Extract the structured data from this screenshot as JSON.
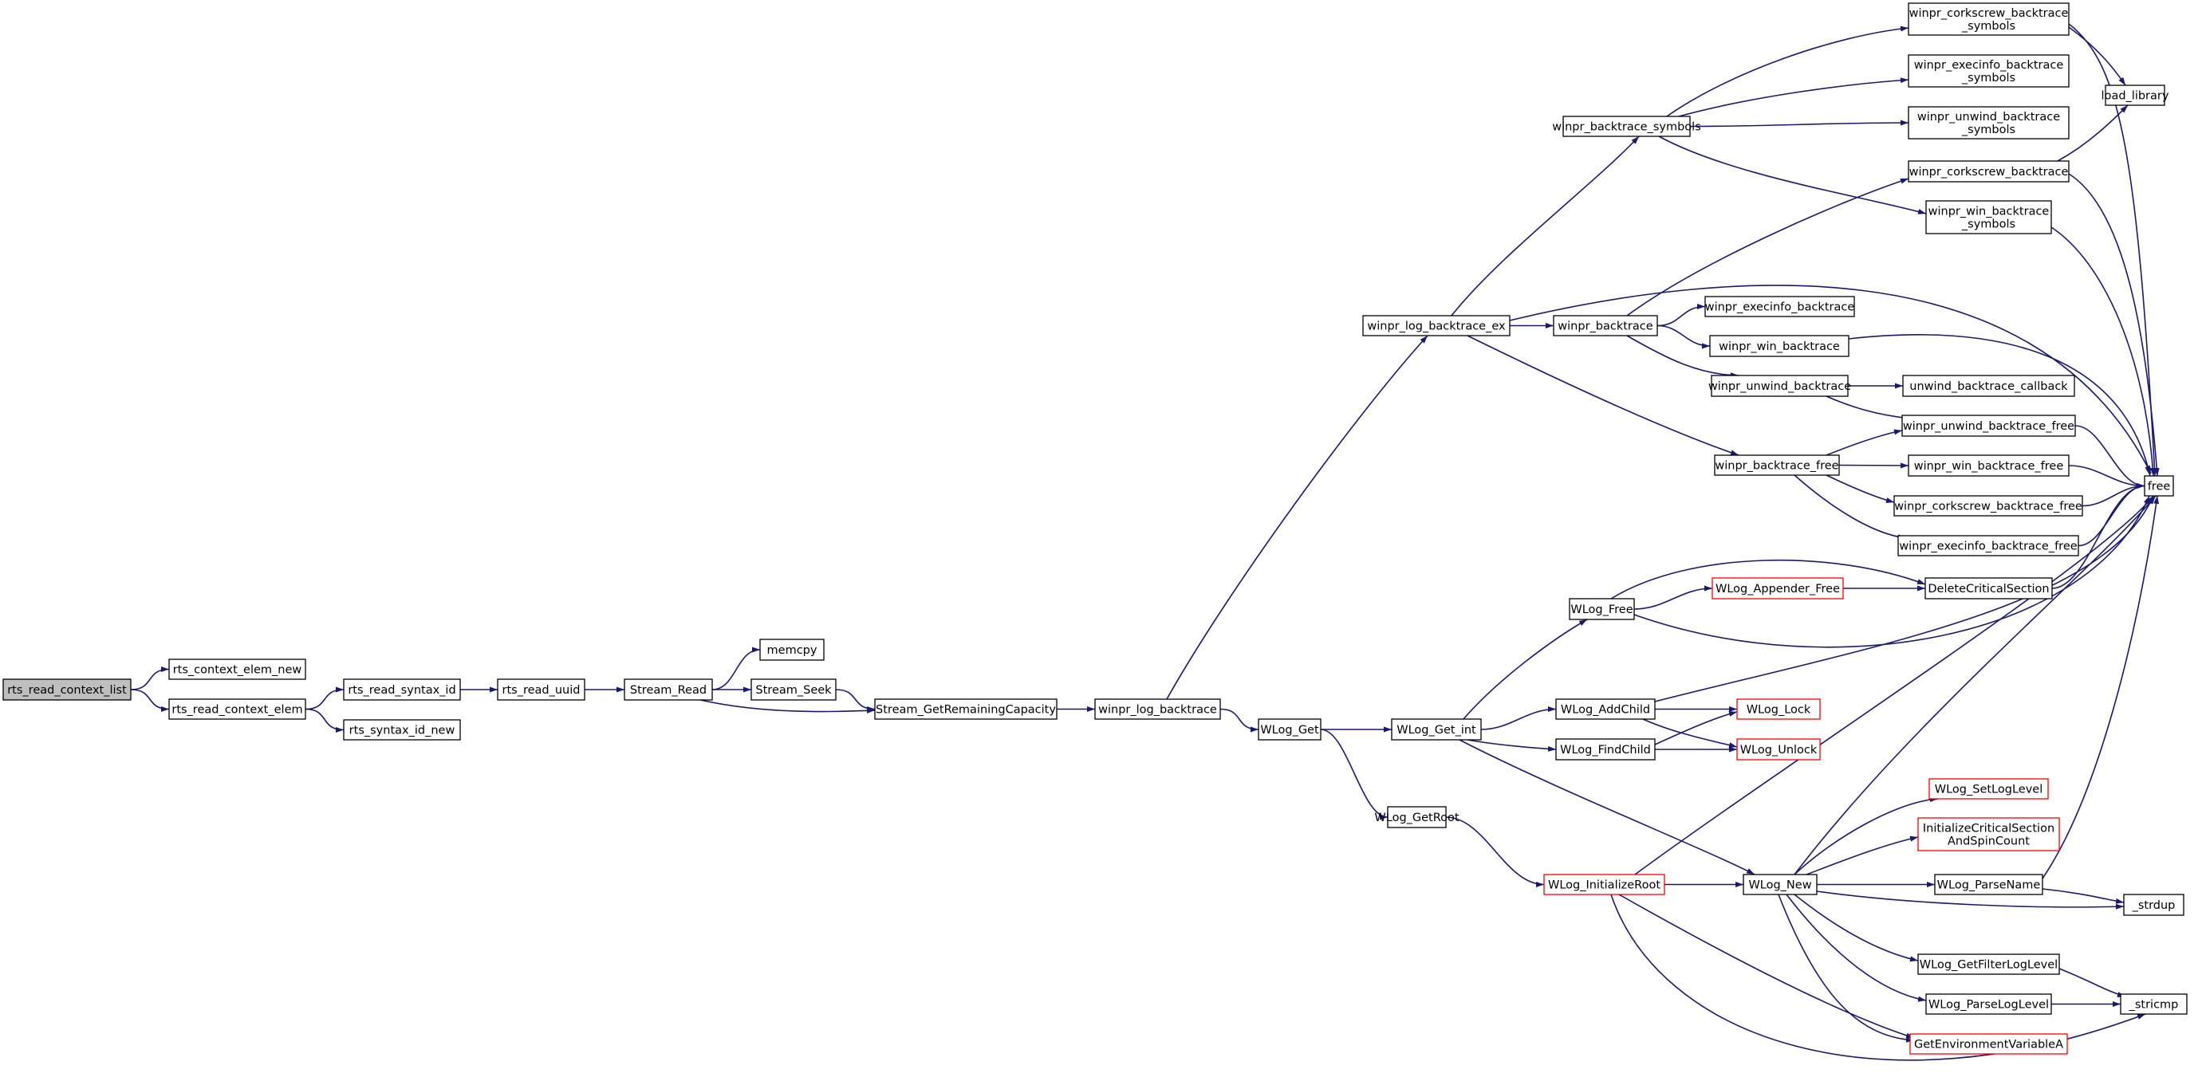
{
  "graph": {
    "colors": {
      "edge": "#191970",
      "node_border": "#000000",
      "node_border_truncated": "#ff0000",
      "root_fill": "#bfbfbf",
      "node_fill": "#ffffff"
    },
    "nodes": [
      {
        "id": "n_root",
        "label": "rts_read_context_list",
        "root": true
      },
      {
        "id": "n_ctx_elem_new",
        "label": "rts_context_elem_new"
      },
      {
        "id": "n_read_ctx_elem",
        "label": "rts_read_context_elem"
      },
      {
        "id": "n_read_syntax_id",
        "label": "rts_read_syntax_id"
      },
      {
        "id": "n_syntax_id_new",
        "label": "rts_syntax_id_new"
      },
      {
        "id": "n_read_uuid",
        "label": "rts_read_uuid"
      },
      {
        "id": "n_stream_read",
        "label": "Stream_Read"
      },
      {
        "id": "n_memcpy",
        "label": "memcpy"
      },
      {
        "id": "n_stream_seek",
        "label": "Stream_Seek"
      },
      {
        "id": "n_stream_grc",
        "label": "Stream_GetRemainingCapacity"
      },
      {
        "id": "n_log_bt",
        "label": "winpr_log_backtrace"
      },
      {
        "id": "n_log_bt_ex",
        "label": "winpr_log_backtrace_ex"
      },
      {
        "id": "n_wlog_get",
        "label": "WLog_Get"
      },
      {
        "id": "n_wlog_get_int",
        "label": "WLog_Get_int"
      },
      {
        "id": "n_wlog_getroot",
        "label": "WLog_GetRoot"
      },
      {
        "id": "n_bt_symbols",
        "label": "winpr_backtrace_symbols"
      },
      {
        "id": "n_backtrace",
        "label": "winpr_backtrace"
      },
      {
        "id": "n_bt_free",
        "label": "winpr_backtrace_free"
      },
      {
        "id": "n_wlog_free",
        "label": "WLog_Free"
      },
      {
        "id": "n_wlog_addchild",
        "label": "WLog_AddChild"
      },
      {
        "id": "n_wlog_findchild",
        "label": "WLog_FindChild"
      },
      {
        "id": "n_wlog_initroot",
        "label": "WLog_InitializeRoot",
        "truncated": true
      },
      {
        "id": "n_wlog_new",
        "label": "WLog_New"
      },
      {
        "id": "n_wlog_appender_free",
        "label": "WLog_Appender_Free",
        "truncated": true
      },
      {
        "id": "n_wlog_lock",
        "label": "WLog_Lock",
        "truncated": true
      },
      {
        "id": "n_wlog_unlock",
        "label": "WLog_Unlock",
        "truncated": true
      },
      {
        "id": "n_ck_bt_symbols",
        "label": "winpr_corkscrew_backtrace\n_symbols"
      },
      {
        "id": "n_ei_bt_symbols",
        "label": "winpr_execinfo_backtrace\n_symbols"
      },
      {
        "id": "n_uw_bt_symbols",
        "label": "winpr_unwind_backtrace\n_symbols"
      },
      {
        "id": "n_ck_bt",
        "label": "winpr_corkscrew_backtrace"
      },
      {
        "id": "n_win_bt_symbols",
        "label": "winpr_win_backtrace\n_symbols"
      },
      {
        "id": "n_ei_bt",
        "label": "winpr_execinfo_backtrace"
      },
      {
        "id": "n_win_bt",
        "label": "winpr_win_backtrace"
      },
      {
        "id": "n_uw_bt",
        "label": "winpr_unwind_backtrace"
      },
      {
        "id": "n_uw_bt_cb",
        "label": "unwind_backtrace_callback"
      },
      {
        "id": "n_uw_bt_free",
        "label": "winpr_unwind_backtrace_free"
      },
      {
        "id": "n_win_bt_free",
        "label": "winpr_win_backtrace_free"
      },
      {
        "id": "n_ck_bt_free",
        "label": "winpr_corkscrew_backtrace_free"
      },
      {
        "id": "n_ei_bt_free",
        "label": "winpr_execinfo_backtrace_free"
      },
      {
        "id": "n_del_cs",
        "label": "DeleteCriticalSection"
      },
      {
        "id": "n_load_library",
        "label": "load_library"
      },
      {
        "id": "n_free",
        "label": "free"
      },
      {
        "id": "n_set_log_level",
        "label": "WLog_SetLogLevel",
        "truncated": true
      },
      {
        "id": "n_init_cs",
        "label": "InitializeCriticalSection\nAndSpinCount",
        "truncated": true
      },
      {
        "id": "n_parse_name",
        "label": "WLog_ParseName"
      },
      {
        "id": "n_strdup",
        "label": "_strdup"
      },
      {
        "id": "n_get_filter",
        "label": "WLog_GetFilterLogLevel"
      },
      {
        "id": "n_parse_log_level",
        "label": "WLog_ParseLogLevel"
      },
      {
        "id": "n_stricmp",
        "label": "_stricmp"
      },
      {
        "id": "n_get_env",
        "label": "GetEnvironmentVariableA",
        "truncated": true
      }
    ],
    "edges": [
      [
        "n_root",
        "n_ctx_elem_new"
      ],
      [
        "n_root",
        "n_read_ctx_elem"
      ],
      [
        "n_read_ctx_elem",
        "n_read_syntax_id"
      ],
      [
        "n_read_ctx_elem",
        "n_syntax_id_new"
      ],
      [
        "n_read_syntax_id",
        "n_read_uuid"
      ],
      [
        "n_read_uuid",
        "n_stream_read"
      ],
      [
        "n_stream_read",
        "n_memcpy"
      ],
      [
        "n_stream_read",
        "n_stream_seek"
      ],
      [
        "n_stream_read",
        "n_stream_grc"
      ],
      [
        "n_stream_seek",
        "n_stream_grc"
      ],
      [
        "n_stream_grc",
        "n_log_bt"
      ],
      [
        "n_log_bt",
        "n_log_bt_ex"
      ],
      [
        "n_log_bt",
        "n_wlog_get"
      ],
      [
        "n_log_bt_ex",
        "n_bt_symbols"
      ],
      [
        "n_log_bt_ex",
        "n_backtrace"
      ],
      [
        "n_log_bt_ex",
        "n_bt_free"
      ],
      [
        "n_log_bt_ex",
        "n_free"
      ],
      [
        "n_bt_symbols",
        "n_ck_bt_symbols"
      ],
      [
        "n_bt_symbols",
        "n_ei_bt_symbols"
      ],
      [
        "n_bt_symbols",
        "n_uw_bt_symbols"
      ],
      [
        "n_bt_symbols",
        "n_win_bt_symbols"
      ],
      [
        "n_ck_bt_symbols",
        "n_load_library"
      ],
      [
        "n_ck_bt_symbols",
        "n_free"
      ],
      [
        "n_ck_bt",
        "n_load_library"
      ],
      [
        "n_ck_bt",
        "n_free"
      ],
      [
        "n_win_bt_symbols",
        "n_free"
      ],
      [
        "n_backtrace",
        "n_ck_bt"
      ],
      [
        "n_backtrace",
        "n_ei_bt"
      ],
      [
        "n_backtrace",
        "n_win_bt"
      ],
      [
        "n_backtrace",
        "n_uw_bt"
      ],
      [
        "n_win_bt",
        "n_free"
      ],
      [
        "n_uw_bt",
        "n_uw_bt_cb"
      ],
      [
        "n_uw_bt",
        "n_uw_bt_free"
      ],
      [
        "n_bt_free",
        "n_uw_bt_free"
      ],
      [
        "n_bt_free",
        "n_win_bt_free"
      ],
      [
        "n_bt_free",
        "n_ck_bt_free"
      ],
      [
        "n_bt_free",
        "n_ei_bt_free"
      ],
      [
        "n_uw_bt_free",
        "n_free"
      ],
      [
        "n_win_bt_free",
        "n_free"
      ],
      [
        "n_ck_bt_free",
        "n_free"
      ],
      [
        "n_ei_bt_free",
        "n_free"
      ],
      [
        "n_wlog_get",
        "n_wlog_get_int"
      ],
      [
        "n_wlog_get",
        "n_wlog_getroot"
      ],
      [
        "n_wlog_get_int",
        "n_wlog_free"
      ],
      [
        "n_wlog_get_int",
        "n_wlog_addchild"
      ],
      [
        "n_wlog_get_int",
        "n_wlog_findchild"
      ],
      [
        "n_wlog_get_int",
        "n_wlog_new"
      ],
      [
        "n_wlog_free",
        "n_wlog_appender_free"
      ],
      [
        "n_wlog_free",
        "n_del_cs"
      ],
      [
        "n_wlog_free",
        "n_free"
      ],
      [
        "n_wlog_appender_free",
        "n_del_cs"
      ],
      [
        "n_del_cs",
        "n_free"
      ],
      [
        "n_wlog_addchild",
        "n_wlog_lock"
      ],
      [
        "n_wlog_addchild",
        "n_wlog_unlock"
      ],
      [
        "n_wlog_addchild",
        "n_free"
      ],
      [
        "n_wlog_findchild",
        "n_wlog_lock"
      ],
      [
        "n_wlog_findchild",
        "n_wlog_unlock"
      ],
      [
        "n_wlog_getroot",
        "n_wlog_initroot"
      ],
      [
        "n_wlog_initroot",
        "n_wlog_new"
      ],
      [
        "n_wlog_initroot",
        "n_free"
      ],
      [
        "n_wlog_initroot",
        "n_get_env"
      ],
      [
        "n_wlog_initroot",
        "n_stricmp"
      ],
      [
        "n_wlog_new",
        "n_set_log_level"
      ],
      [
        "n_wlog_new",
        "n_init_cs"
      ],
      [
        "n_wlog_new",
        "n_parse_name"
      ],
      [
        "n_wlog_new",
        "n_strdup"
      ],
      [
        "n_wlog_new",
        "n_get_filter"
      ],
      [
        "n_wlog_new",
        "n_parse_log_level"
      ],
      [
        "n_wlog_new",
        "n_get_env"
      ],
      [
        "n_wlog_new",
        "n_free"
      ],
      [
        "n_parse_name",
        "n_strdup"
      ],
      [
        "n_parse_name",
        "n_free"
      ],
      [
        "n_get_filter",
        "n_stricmp"
      ],
      [
        "n_parse_log_level",
        "n_stricmp"
      ]
    ]
  }
}
